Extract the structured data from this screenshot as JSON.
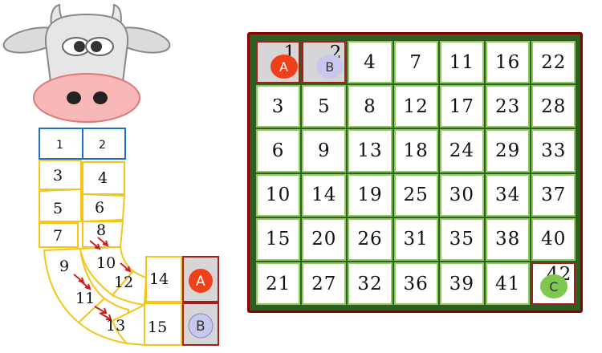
{
  "path_board": {
    "start_cells": [
      "1",
      "2"
    ],
    "cells": [
      "3",
      "4",
      "5",
      "6",
      "7",
      "8",
      "9",
      "10",
      "11",
      "12",
      "13",
      "14",
      "15"
    ],
    "tokens": {
      "a": "A",
      "b": "B"
    }
  },
  "grid_board": {
    "rows": [
      [
        "1",
        "2",
        "4",
        "7",
        "11",
        "16",
        "22"
      ],
      [
        "3",
        "5",
        "8",
        "12",
        "17",
        "23",
        "28"
      ],
      [
        "6",
        "9",
        "13",
        "18",
        "24",
        "29",
        "33"
      ],
      [
        "10",
        "14",
        "19",
        "25",
        "30",
        "34",
        "37"
      ],
      [
        "15",
        "20",
        "26",
        "31",
        "35",
        "38",
        "40"
      ],
      [
        "21",
        "27",
        "32",
        "36",
        "39",
        "41",
        "42"
      ]
    ],
    "tokens": {
      "a": "A",
      "b": "B",
      "c": "C"
    }
  },
  "colors": {
    "accent_red": "#f0401a",
    "token_b": "#c8c8ee",
    "token_c": "#7ec850",
    "path_yellow": "#f5c518",
    "start_blue": "#1f6fbf",
    "grid_green": "#8ccc5a",
    "board_border": "#8b0000"
  }
}
